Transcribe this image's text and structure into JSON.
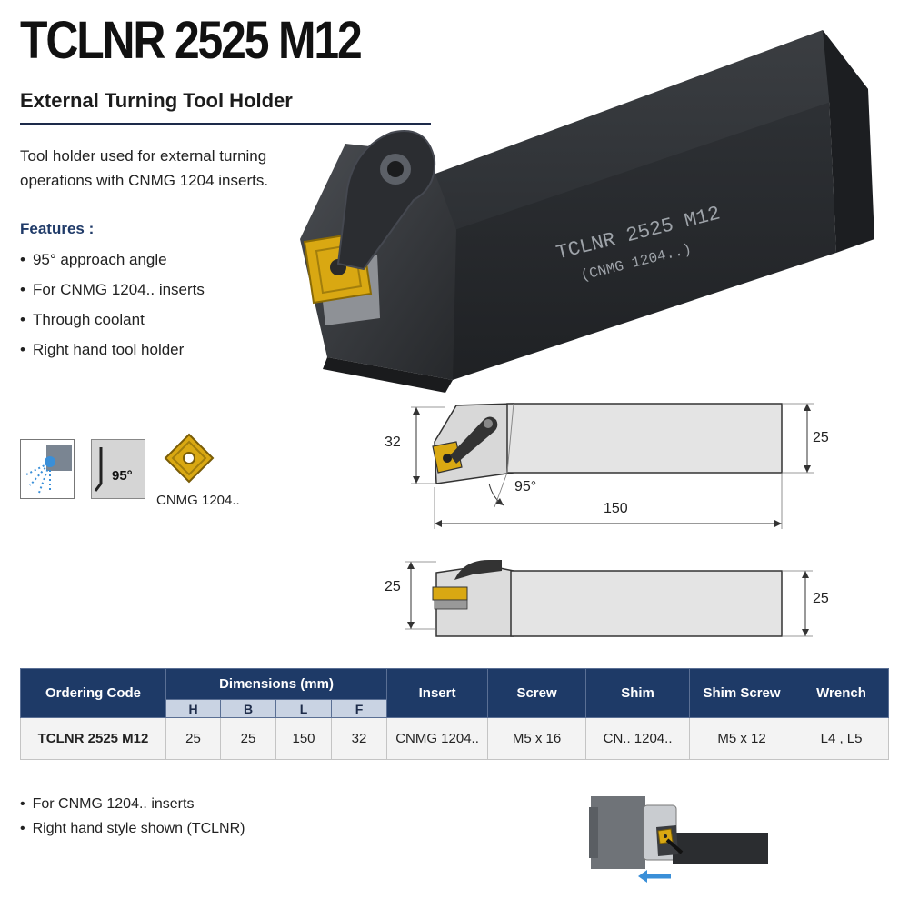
{
  "header": {
    "title": "TCLNR 2525 M12",
    "subtitle": "External Turning Tool Holder"
  },
  "description": "Tool holder used for external turning operations with CNMG 1204 inserts.",
  "features": {
    "heading": "Features :",
    "items": [
      "95° approach angle",
      "For CNMG 1204.. inserts",
      "Through coolant",
      "Right hand tool holder"
    ]
  },
  "icons": {
    "coolant": "coolant-icon",
    "angle": "approach-angle-icon",
    "angle_label": "95°",
    "insert": "insert-icon",
    "insert_label": "CNMG 1204.."
  },
  "product_image": {
    "engraving_line1": "TCLNR 2525 M12",
    "engraving_line2": "(CNMG 1204..)"
  },
  "drawing_top": {
    "height_f": "32",
    "width_b": "25",
    "length": "150",
    "angle": "95°"
  },
  "drawing_side": {
    "height_left": "25",
    "height_right": "25"
  },
  "table": {
    "headers": {
      "ordering_code": "Ordering Code",
      "dimensions": "Dimensions (mm)",
      "sub": [
        "H",
        "B",
        "L",
        "F"
      ],
      "insert": "Insert",
      "screw": "Screw",
      "shim": "Shim",
      "shim_screw": "Shim Screw",
      "wrench": "Wrench"
    },
    "row": {
      "ordering_code": "TCLNR 2525 M12",
      "h": "25",
      "b": "25",
      "l": "150",
      "f": "32",
      "insert": "CNMG 1204..",
      "screw": "M5 x 16",
      "shim": "CN.. 1204..",
      "shim_screw": "M5 x 12",
      "wrench": "L4 , L5"
    }
  },
  "notes": [
    "For CNMG 1204.. inserts",
    "Right hand style shown (TCLNR)"
  ],
  "colors": {
    "heading_navy": "#1e3a67",
    "insert_gold": "#d9a812",
    "holder_black": "#2b2d30",
    "coolant_blue": "#3a8fd8"
  }
}
